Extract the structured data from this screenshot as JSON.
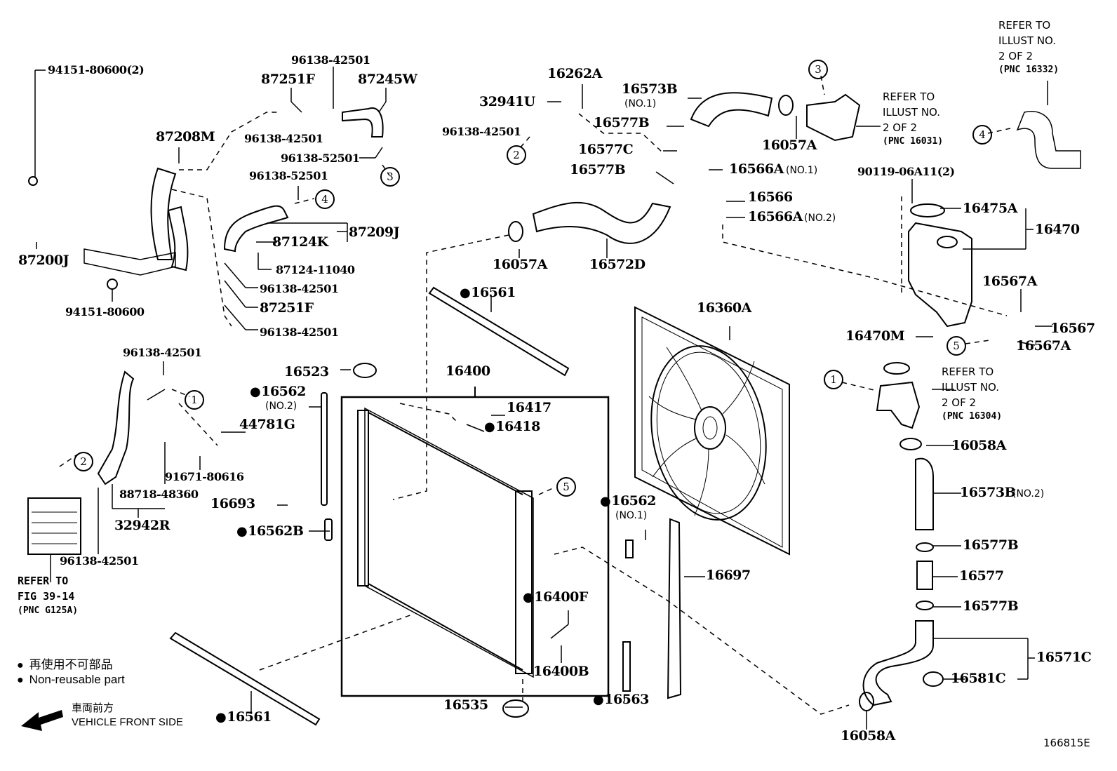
{
  "diagram": {
    "type": "parts-exploded-view",
    "figure_number": "166815E",
    "accent_color": "#000000",
    "background_color": "#ffffff"
  },
  "labels": {
    "p94151_80600_2": "94151-80600(2)",
    "p96138_42501_a": "96138-42501",
    "p87251F_a": "87251F",
    "p87245W": "87245W",
    "p96138_42501_b": "96138-42501",
    "p87208M": "87208M",
    "p96138_52501_a": "96138-52501",
    "p96138_52501_b": "96138-52501",
    "p87209J": "87209J",
    "p87124K": "87124K",
    "p87200J": "87200J",
    "p87124_11040": "87124-11040",
    "p94151_80600": "94151-80600",
    "p96138_42501_c": "96138-42501",
    "p87251F_b": "87251F",
    "p96138_42501_d": "96138-42501",
    "p16262A": "16262A",
    "p32941U": "32941U",
    "p96138_42501_e": "96138-42501",
    "p16573B_1": "16573B",
    "p16573B_1_note": "(NO.1)",
    "p16577B_a": "16577B",
    "p16577C": "16577C",
    "p16577B_b": "16577B",
    "p16057A_a": "16057A",
    "p16572D": "16572D",
    "p16057A_b": "16057A",
    "p16566A_1": "16566A",
    "p16566A_1_note": "(NO.1)",
    "p16566": "16566",
    "p16566A_2": "16566A",
    "p16566A_2_note": "(NO.2)",
    "p90119_06A11_2": "90119-06A11(2)",
    "p16475A": "16475A",
    "p16470": "16470",
    "p16567A_a": "16567A",
    "p16567": "16567",
    "p16470M": "16470M",
    "p16567A_b": "16567A",
    "p16561_a": "16561",
    "p16360A": "16360A",
    "p96138_42501_f": "96138-42501",
    "p16523": "16523",
    "p16562_2": "16562",
    "p16562_2_note": "(NO.2)",
    "p44781G": "44781G",
    "p16400": "16400",
    "p16417": "16417",
    "p16418": "16418",
    "p91671_80616": "91671-80616",
    "p88718_48360": "88718-48360",
    "p16693": "16693",
    "p32942R": "32942R",
    "p16562B": "16562B",
    "p16562_1": "16562",
    "p16562_1_note": "(NO.1)",
    "p96138_42501_g": "96138-42501",
    "p16697": "16697",
    "p16400F": "16400F",
    "p16400B": "16400B",
    "p16535": "16535",
    "p16563": "16563",
    "p16561_b": "16561",
    "p16058A_a": "16058A",
    "p16573B_2": "16573B",
    "p16573B_2_note": "(NO.2)",
    "p16577B_c": "16577B",
    "p16577": "16577",
    "p16577B_d": "16577B",
    "p16571C": "16571C",
    "p16581C": "16581C",
    "p16058A_b": "16058A"
  },
  "refer_notes": {
    "fig_39_14": [
      "REFER TO",
      "FIG 39-14",
      "(PNC G125A)"
    ],
    "illust_16031": [
      "REFER TO",
      "ILLUST NO.",
      "2 OF 2",
      "(PNC 16031)"
    ],
    "illust_16332": [
      "REFER TO",
      "ILLUST NO.",
      "2 OF 2",
      "(PNC 16332)"
    ],
    "illust_16304": [
      "REFER TO",
      "ILLUST NO.",
      "2 OF 2",
      "(PNC 16304)"
    ]
  },
  "callouts": [
    "1",
    "2",
    "3",
    "4",
    "5"
  ],
  "legend": {
    "non_reusable_jp": "再使用不可部品",
    "non_reusable_en": "Non-reusable part",
    "front_jp": "車両前方",
    "front_en": "VEHICLE FRONT SIDE",
    "arrow_icon": "arrow-left-down-icon"
  }
}
